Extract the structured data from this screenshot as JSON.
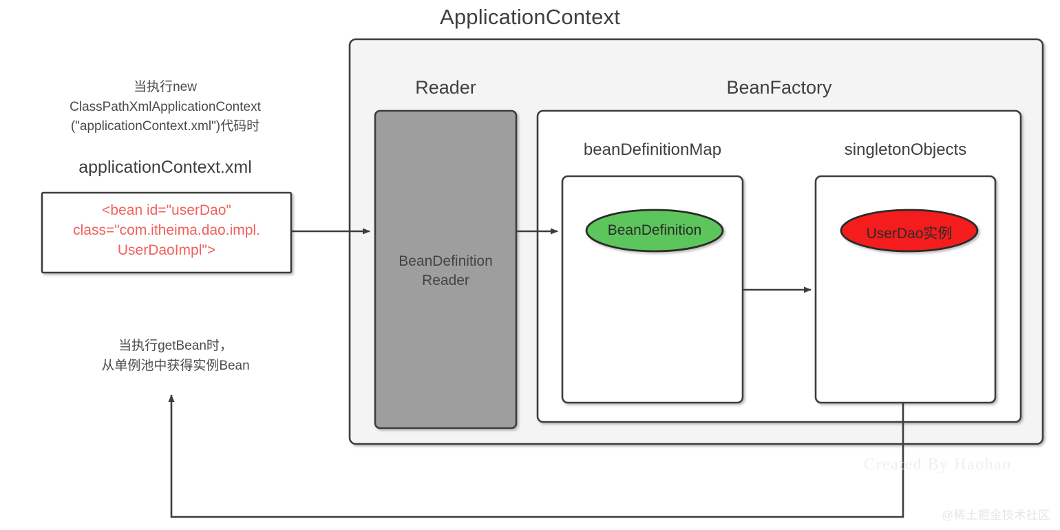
{
  "diagram": {
    "title": "ApplicationContext",
    "containers": {
      "application_context": "ApplicationContext",
      "reader": "Reader",
      "bean_factory": "BeanFactory",
      "bean_definition_map": "beanDefinitionMap",
      "singleton_objects": "singletonObjects"
    },
    "nodes": {
      "reader_box": "BeanDefinition\nReader",
      "bean_definition_ellipse": "BeanDefinition",
      "userdao_ellipse": "UserDao实例"
    },
    "notes": {
      "new_context": "当执行new\nClassPathXmlApplicationContext\n(\"applicationContext.xml\")代码时",
      "get_bean": "当执行getBean时，\n从单例池中获得实例Bean"
    },
    "xml_file": {
      "filename": "applicationContext.xml",
      "code": "<bean id=\"userDao\"\nclass=\"com.itheima.dao.impl.\nUserDaoImpl\">"
    },
    "watermarks": {
      "created_by": "Created By Haohao",
      "community": "@稀土掘金技术社区"
    },
    "colors": {
      "page_background": "#ffffff",
      "context_fill": "#f4f4f4",
      "reader_fill": "#9e9e9e",
      "inner_fill": "#ffffff",
      "stroke": "#3d3d3d",
      "bean_definition_fill": "#5cc65c",
      "userdao_fill": "#f41f1f",
      "code_text": "#f0615c",
      "text": "#4d4d4d",
      "watermark": "#efefef"
    }
  }
}
